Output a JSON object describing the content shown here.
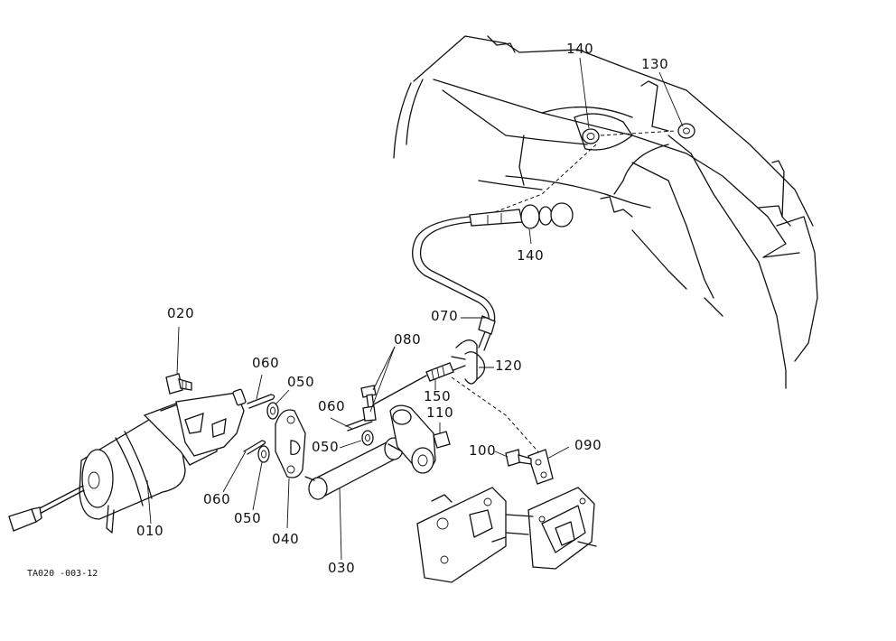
{
  "diagram": {
    "drawing_code": "TA020 -003-12",
    "callouts": [
      {
        "id": "010",
        "text": "010"
      },
      {
        "id": "020",
        "text": "020"
      },
      {
        "id": "030",
        "text": "030"
      },
      {
        "id": "040",
        "text": "040"
      },
      {
        "id": "050a",
        "text": "050"
      },
      {
        "id": "050b",
        "text": "050"
      },
      {
        "id": "050c",
        "text": "050"
      },
      {
        "id": "060a",
        "text": "060"
      },
      {
        "id": "060b",
        "text": "060"
      },
      {
        "id": "060c",
        "text": "060"
      },
      {
        "id": "070",
        "text": "070"
      },
      {
        "id": "080",
        "text": "080"
      },
      {
        "id": "090",
        "text": "090"
      },
      {
        "id": "100",
        "text": "100"
      },
      {
        "id": "110",
        "text": "110"
      },
      {
        "id": "120",
        "text": "120"
      },
      {
        "id": "130",
        "text": "130"
      },
      {
        "id": "140a",
        "text": "140"
      },
      {
        "id": "140b",
        "text": "140"
      },
      {
        "id": "150",
        "text": "150"
      }
    ]
  }
}
